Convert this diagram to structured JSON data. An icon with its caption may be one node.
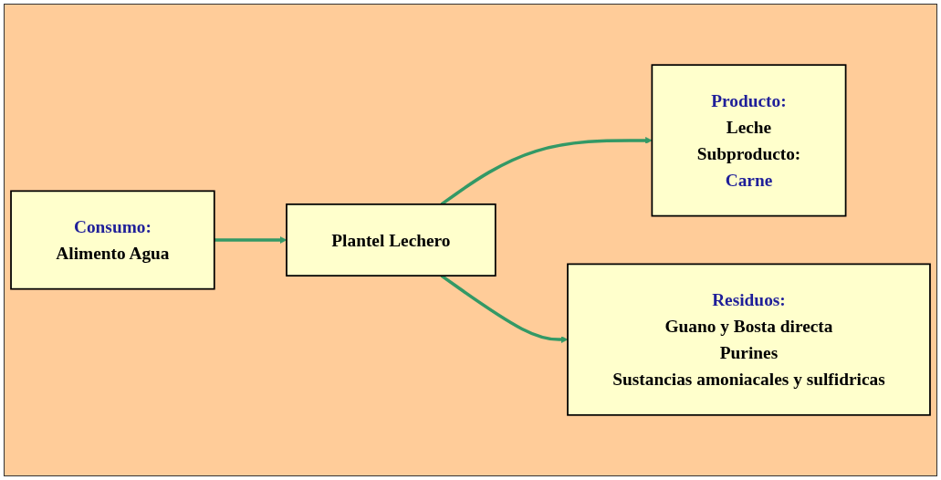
{
  "diagram": {
    "nodes": [
      {
        "text": [
          "Consumo:",
          "Alimento Agua"
        ]
      },
      {
        "text": [
          "Plantel Lechero"
        ]
      },
      {
        "text": [
          "Producto:",
          "Leche",
          "Subproducto:",
          "Carne"
        ]
      },
      {
        "text": [
          "Residuos:",
          "Guano y Bosta directa",
          "Purines",
          "Sustancias amoniacales y sulfidricas"
        ]
      }
    ],
    "edges": [
      {
        "from": 0,
        "to": 1,
        "arrow": "to"
      },
      {
        "from": 1,
        "to": 2,
        "arrow": "to"
      },
      {
        "from": 1,
        "to": 3,
        "arrow": "to"
      }
    ]
  }
}
